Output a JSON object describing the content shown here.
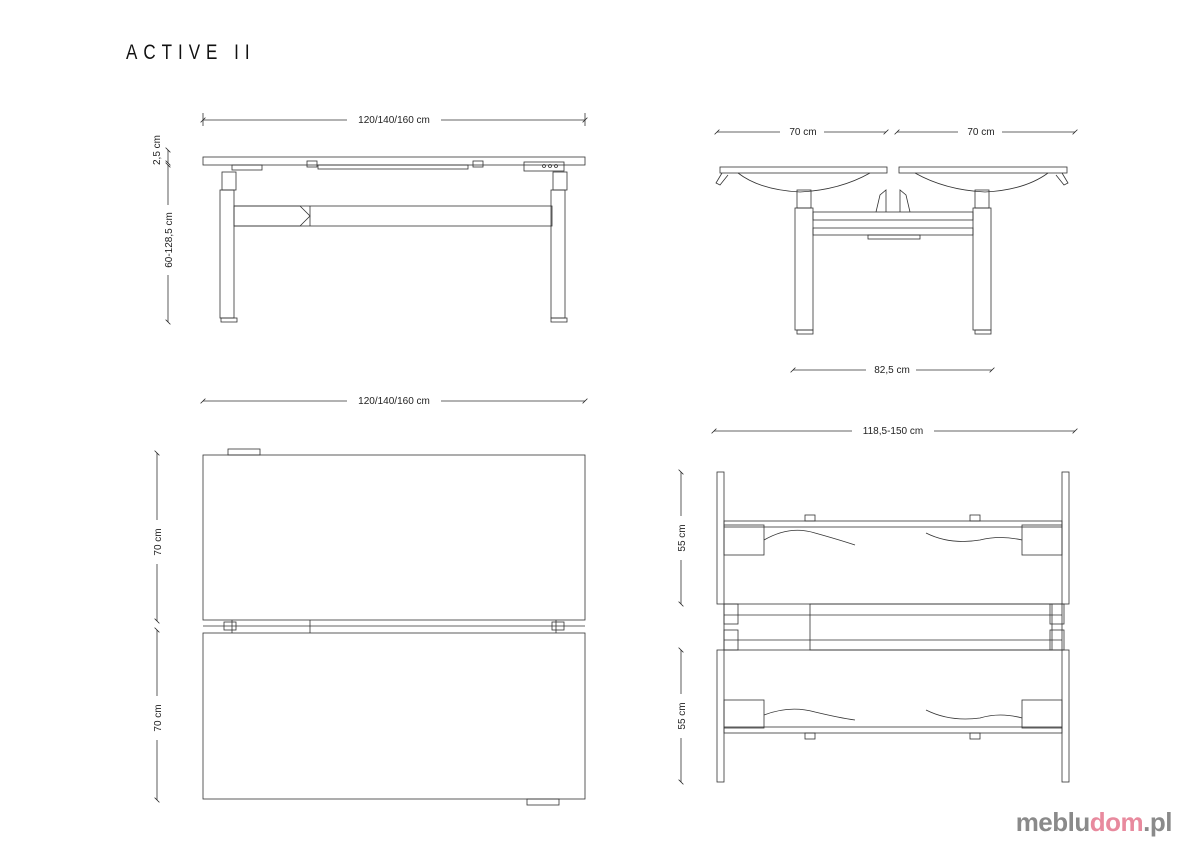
{
  "title": "ACTIVE II",
  "dimensions": {
    "front_width": "120/140/160 cm",
    "top_thickness": "2,5 cm",
    "height_range": "60-128,5 cm",
    "side_top_left": "70 cm",
    "side_top_right": "70 cm",
    "side_base": "82,5 cm",
    "plan_width": "120/140/160 cm",
    "plan_depth_top": "70 cm",
    "plan_depth_bottom": "70 cm",
    "frame_width": "118,5-150 cm",
    "frame_depth_top": "55 cm",
    "frame_depth_bottom": "55 cm"
  },
  "logo": {
    "part1": "meblu",
    "part2": "dom",
    "part3": ".pl"
  }
}
